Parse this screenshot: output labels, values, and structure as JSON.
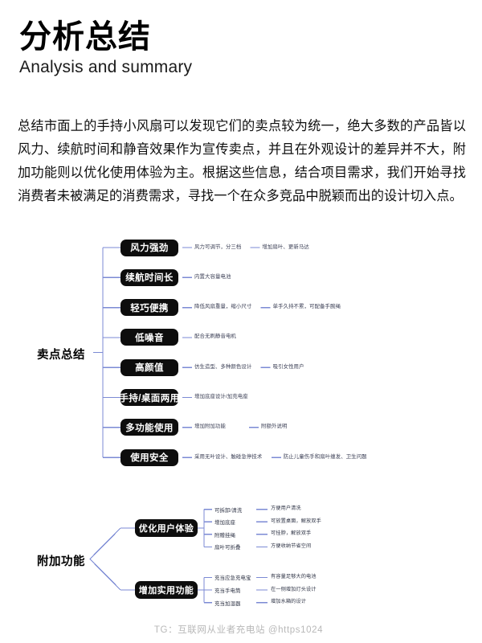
{
  "header": {
    "title_cn": "分析总结",
    "title_en": "Analysis and summary"
  },
  "body": {
    "paragraph": "总结市面上的手持小风扇可以发现它们的卖点较为统一，绝大多数的产品皆以风力、续航时间和静音效果作为宣传卖点，并且在外观设计的差异并不大，附加功能则以优化使用体验为主。根据这些信息，结合项目需求，我们开始寻找消费者未被满足的消费需求，寻找一个在众多竞品中脱颖而出的设计切入点。"
  },
  "diagram": {
    "colors": {
      "line": "#7b8ad4",
      "node_bg": "#0d0d0d",
      "node_text": "#ffffff",
      "annotation_text": "#3b3f55"
    },
    "branch1": {
      "root_label": "卖点总结",
      "items": [
        {
          "label": "风力强劲",
          "note1": "风力可调节，分三档",
          "note2": "增加扇叶、更新马达"
        },
        {
          "label": "续航时间长",
          "note1": "内置大容量电池",
          "note2": ""
        },
        {
          "label": "轻巧便携",
          "note1": "降低风扇重量，缩小尺寸",
          "note2": "单手久持不累，可配备手腕绳"
        },
        {
          "label": "低噪音",
          "note1": "配合无刷静音电机",
          "note2": ""
        },
        {
          "label": "高颜值",
          "note1": "仿生造型、多种颜色设计",
          "note2": "吸引女性用户"
        },
        {
          "label": "手持/桌面两用",
          "note1": "增加底座设计/加充电座",
          "note2": ""
        },
        {
          "label": "多功能使用",
          "note1": "增加附加功能",
          "note2": "附额外说明"
        },
        {
          "label": "使用安全",
          "note1": "采用无叶设计、触碰急停技术",
          "note2": "防止儿童伤手和扇叶缠发、卫生问题"
        }
      ]
    },
    "branch2": {
      "root_label": "附加功能",
      "groups": [
        {
          "label": "优化用户体验",
          "items": [
            {
              "name": "可拆卸/清洗",
              "note": "方便用户清洗"
            },
            {
              "name": "增加底座",
              "note": "可放置桌面，解放双手"
            },
            {
              "name": "附赠挂绳",
              "note": "可挂脖，解放双手"
            },
            {
              "name": "扇叶可折叠",
              "note": "方便收纳节省空间"
            }
          ]
        },
        {
          "label": "增加实用功能",
          "items": [
            {
              "name": "充当应急充电宝",
              "note": "有容量足够大的电池"
            },
            {
              "name": "充当手电筒",
              "note": "在一侧增加灯头设计"
            },
            {
              "name": "充当加湿器",
              "note": "增加水箱的设计"
            }
          ]
        }
      ]
    }
  },
  "footer": {
    "watermark": "TG：互联网从业者充电站 @https1024"
  }
}
